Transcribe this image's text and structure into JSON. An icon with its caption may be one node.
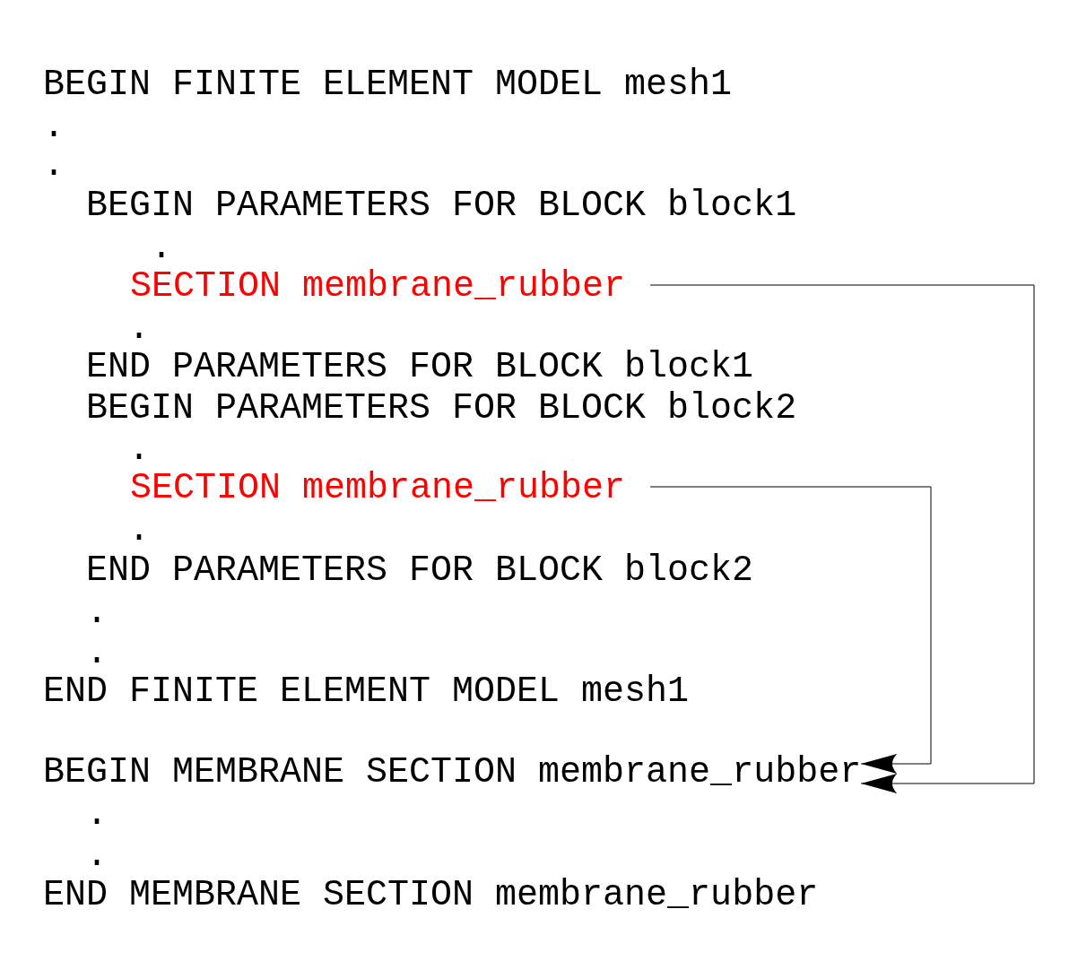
{
  "diagram": {
    "nodes": [
      {
        "text": [
          "SECTION membrane_rubber"
        ]
      },
      {
        "text": [
          "SECTION membrane_rubber"
        ]
      },
      {
        "text": [
          "BEGIN MEMBRANE SECTION membrane_rubber"
        ]
      }
    ],
    "edges": [
      {
        "from": 0,
        "to": 2,
        "arrow": "to"
      },
      {
        "from": 1,
        "to": 2,
        "arrow": "to"
      }
    ],
    "labels": [
      "BEGIN FINITE ELEMENT MODEL mesh1",
      ".",
      ".",
      "BEGIN PARAMETERS FOR BLOCK block1",
      ".",
      ".",
      "END PARAMETERS FOR BLOCK block1",
      "BEGIN PARAMETERS FOR BLOCK block2",
      ".",
      ".",
      "END PARAMETERS FOR BLOCK block2",
      ".",
      ".",
      "END FINITE ELEMENT MODEL mesh1",
      ".",
      ".",
      "END MEMBRANE SECTION membrane_rubber"
    ]
  }
}
